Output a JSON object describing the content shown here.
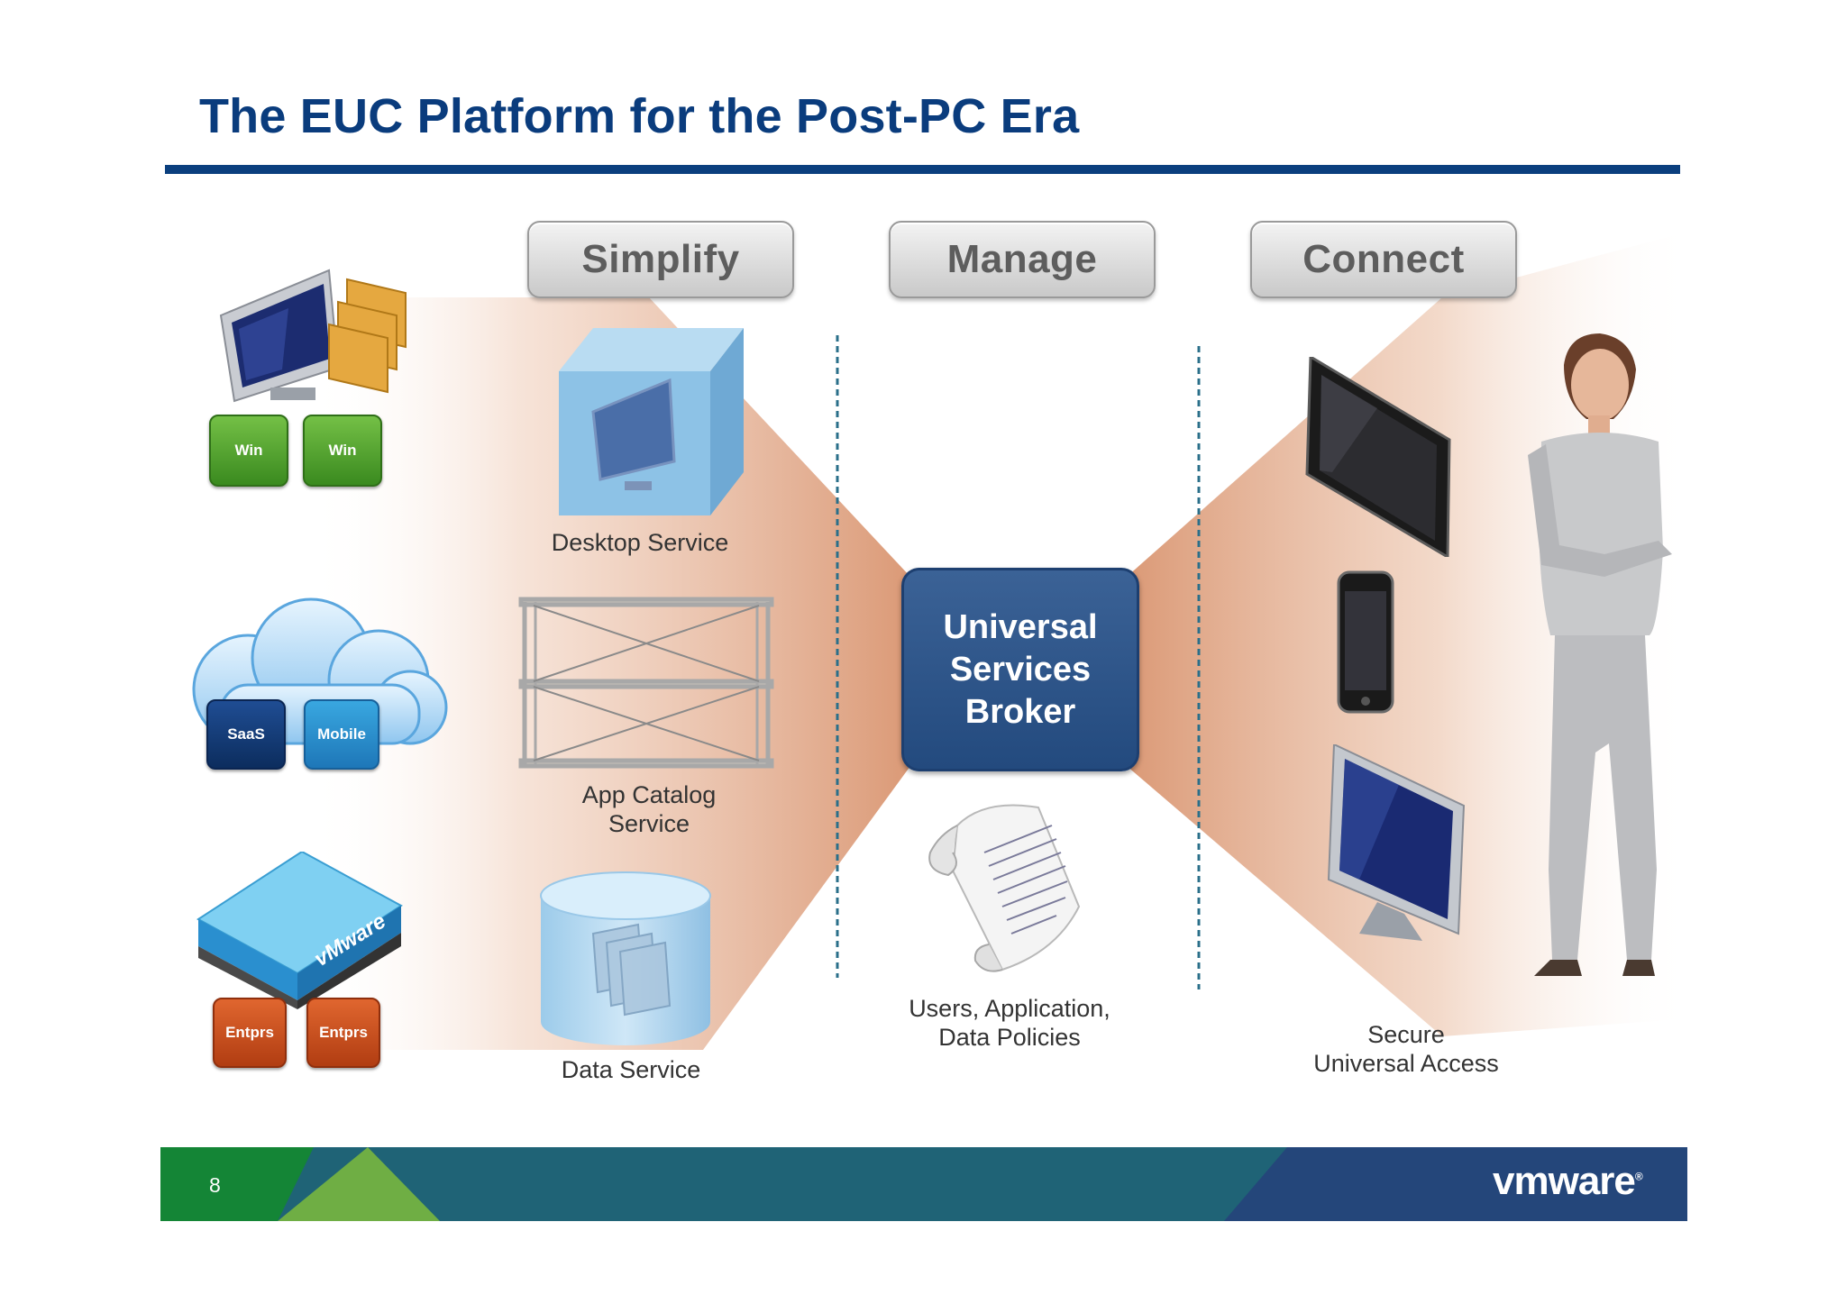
{
  "slide": {
    "title": "The EUC Platform for the Post-PC Era",
    "page_number": "8",
    "logo_text": "vmware"
  },
  "columns": {
    "simplify": "Simplify",
    "manage": "Manage",
    "connect": "Connect"
  },
  "broker": {
    "label": "Universal\nServices\nBroker"
  },
  "sources": {
    "desktop": {
      "tiles": [
        "Win",
        "Win"
      ]
    },
    "cloud": {
      "tiles": [
        "SaaS",
        "Mobile"
      ]
    },
    "datacenter": {
      "tiles": [
        "Entprs",
        "Entprs"
      ],
      "brand": "vMware"
    }
  },
  "services": {
    "desktop": "Desktop Service",
    "app_catalog": "App Catalog\nService",
    "data": "Data Service"
  },
  "policies": "Users, Application,\nData Policies",
  "access": "Secure\nUniversal Access",
  "colors": {
    "title": "#0a3c7d",
    "broker": "#2c5288",
    "beam": "#dc9e7e",
    "footer_green": "#148536",
    "footer_teal": "#1f6376",
    "footer_navy": "#24467a"
  }
}
